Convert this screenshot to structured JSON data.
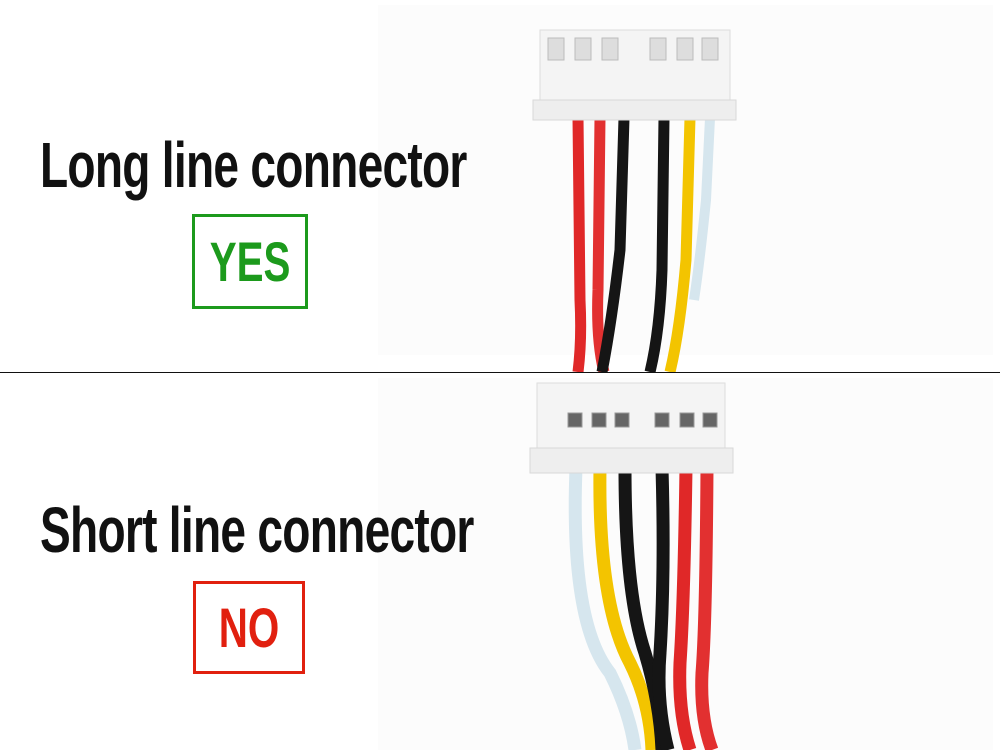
{
  "top": {
    "title": "Long line connector",
    "verdict": "YES",
    "verdict_color": "#1c9a1c"
  },
  "bottom": {
    "title": "Short line connector",
    "verdict": "NO",
    "verdict_color": "#e1200f"
  },
  "wire_colors": {
    "red": "#e02828",
    "black": "#151515",
    "yellow": "#f3c400",
    "light_blue": "#d6e6ee",
    "housing": "#f4f4f4"
  }
}
